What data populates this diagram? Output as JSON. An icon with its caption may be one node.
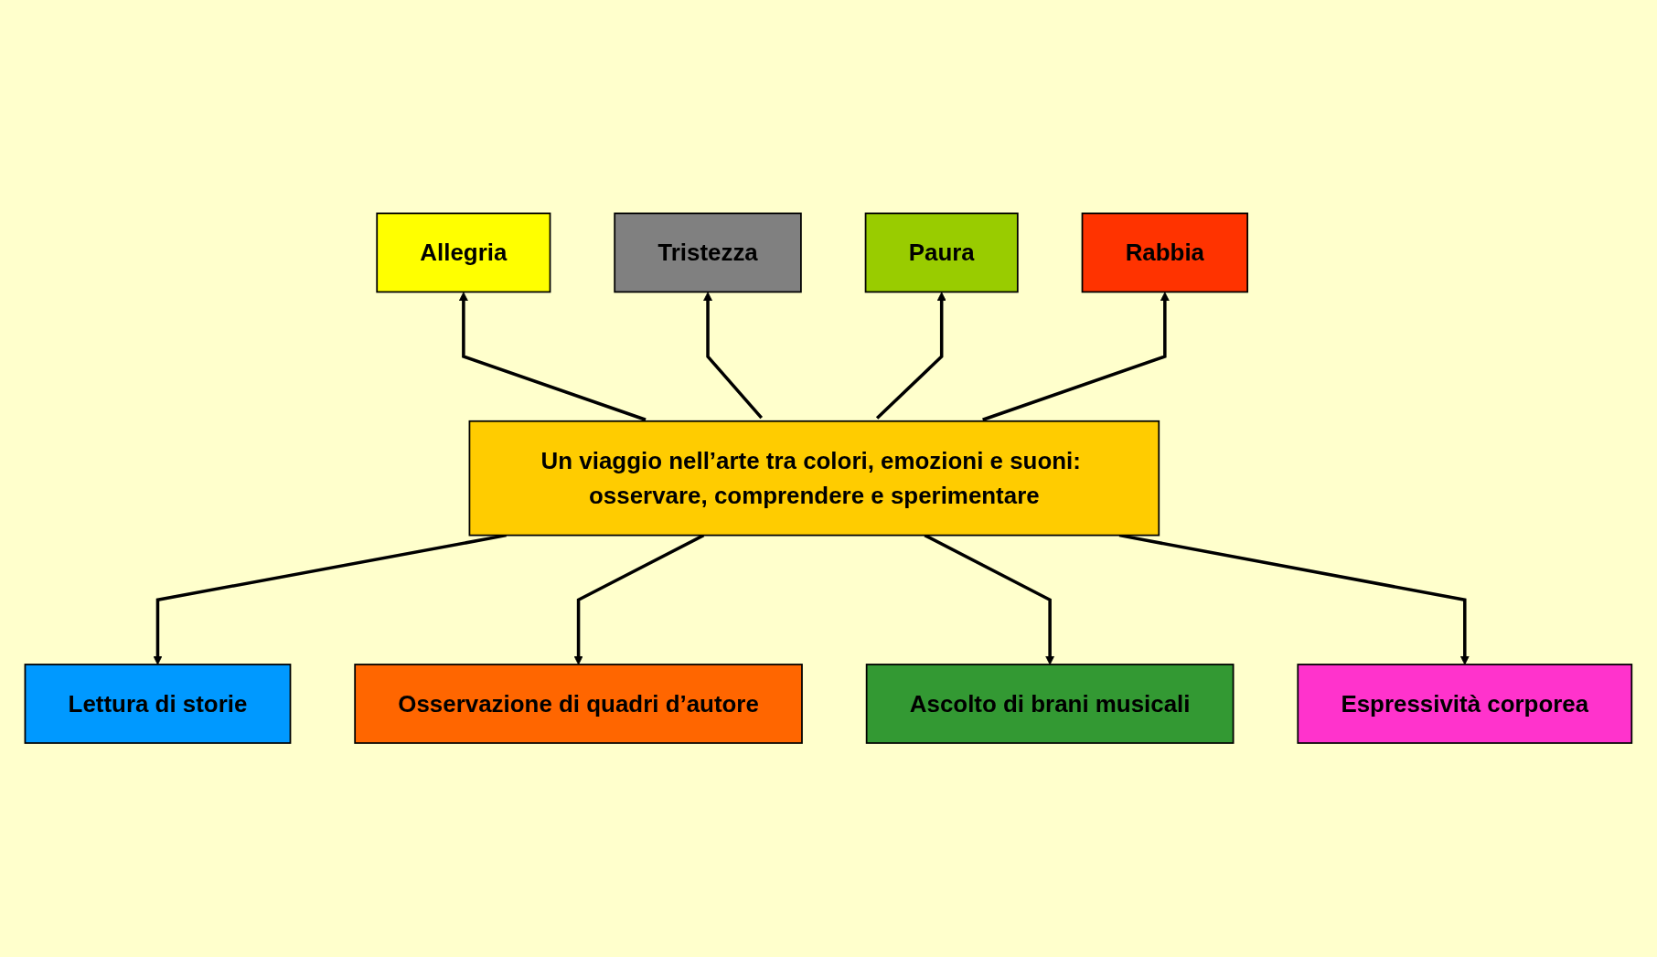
{
  "diagram": {
    "nodes": [
      {
        "text": [
          "Allegria"
        ]
      },
      {
        "text": [
          "Tristezza"
        ]
      },
      {
        "text": [
          "Paura"
        ]
      },
      {
        "text": [
          "Rabbia"
        ]
      },
      {
        "text": [
          "Un viaggio nell’arte tra colori, emozioni e suoni: osservare, comprendere e sperimentare"
        ]
      },
      {
        "text": [
          "Lettura di storie"
        ]
      },
      {
        "text": [
          "Osservazione di quadri d’autore"
        ]
      },
      {
        "text": [
          "Ascolto di brani musicali"
        ]
      },
      {
        "text": [
          "Espressività corporea"
        ]
      }
    ],
    "edges": [
      {
        "from": 4,
        "to": 0,
        "arrow": "to"
      },
      {
        "from": 4,
        "to": 1,
        "arrow": "to"
      },
      {
        "from": 4,
        "to": 2,
        "arrow": "to"
      },
      {
        "from": 4,
        "to": 3,
        "arrow": "to"
      },
      {
        "from": 4,
        "to": 5,
        "arrow": "to"
      },
      {
        "from": 4,
        "to": 6,
        "arrow": "to"
      },
      {
        "from": 4,
        "to": 7,
        "arrow": "to"
      },
      {
        "from": 4,
        "to": 8,
        "arrow": "to"
      }
    ]
  }
}
